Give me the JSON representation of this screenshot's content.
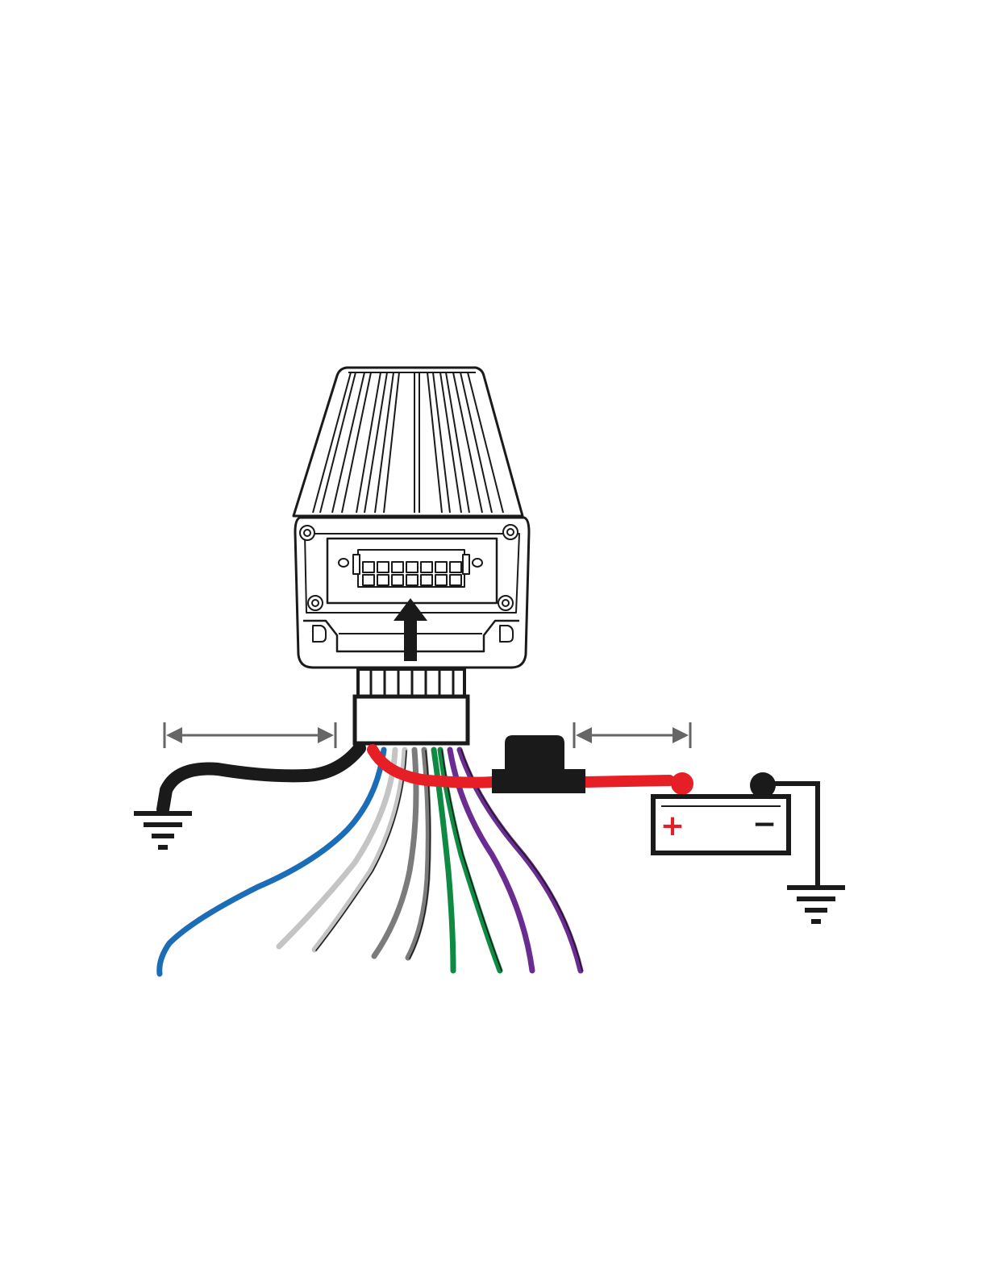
{
  "colors": {
    "outline": "#1a1a1a",
    "black_wire": "#1a1a1a",
    "red_wire": "#e61e25",
    "blue_wire": "#1b6db7",
    "light_gray_wire": "#c4c4c4",
    "gray_wire": "#7b7b7b",
    "green_wire": "#0f8a43",
    "purple_wire": "#6a2c91",
    "dimension_gray": "#666666",
    "footer_rule": "#1f3fbf"
  },
  "battery": {
    "positive_symbol": "+",
    "negative_symbol": "−"
  },
  "wires": [
    {
      "name": "ground-wire",
      "color": "black_wire"
    },
    {
      "name": "power-wire",
      "color": "red_wire"
    },
    {
      "name": "blue-wire",
      "color": "blue_wire"
    },
    {
      "name": "white-wire",
      "color": "light_gray_wire"
    },
    {
      "name": "white-black-stripe-wire",
      "color": "light_gray_wire"
    },
    {
      "name": "gray-wire",
      "color": "gray_wire"
    },
    {
      "name": "gray-black-stripe-wire",
      "color": "gray_wire"
    },
    {
      "name": "green-wire",
      "color": "green_wire"
    },
    {
      "name": "green-black-stripe-wire",
      "color": "green_wire"
    },
    {
      "name": "purple-wire",
      "color": "purple_wire"
    },
    {
      "name": "purple-black-stripe-wire",
      "color": "purple_wire"
    }
  ],
  "icons": [
    "ground-symbol-icon",
    "battery-icon",
    "fuse-holder-icon",
    "insert-arrow-icon",
    "amplifier-icon"
  ]
}
